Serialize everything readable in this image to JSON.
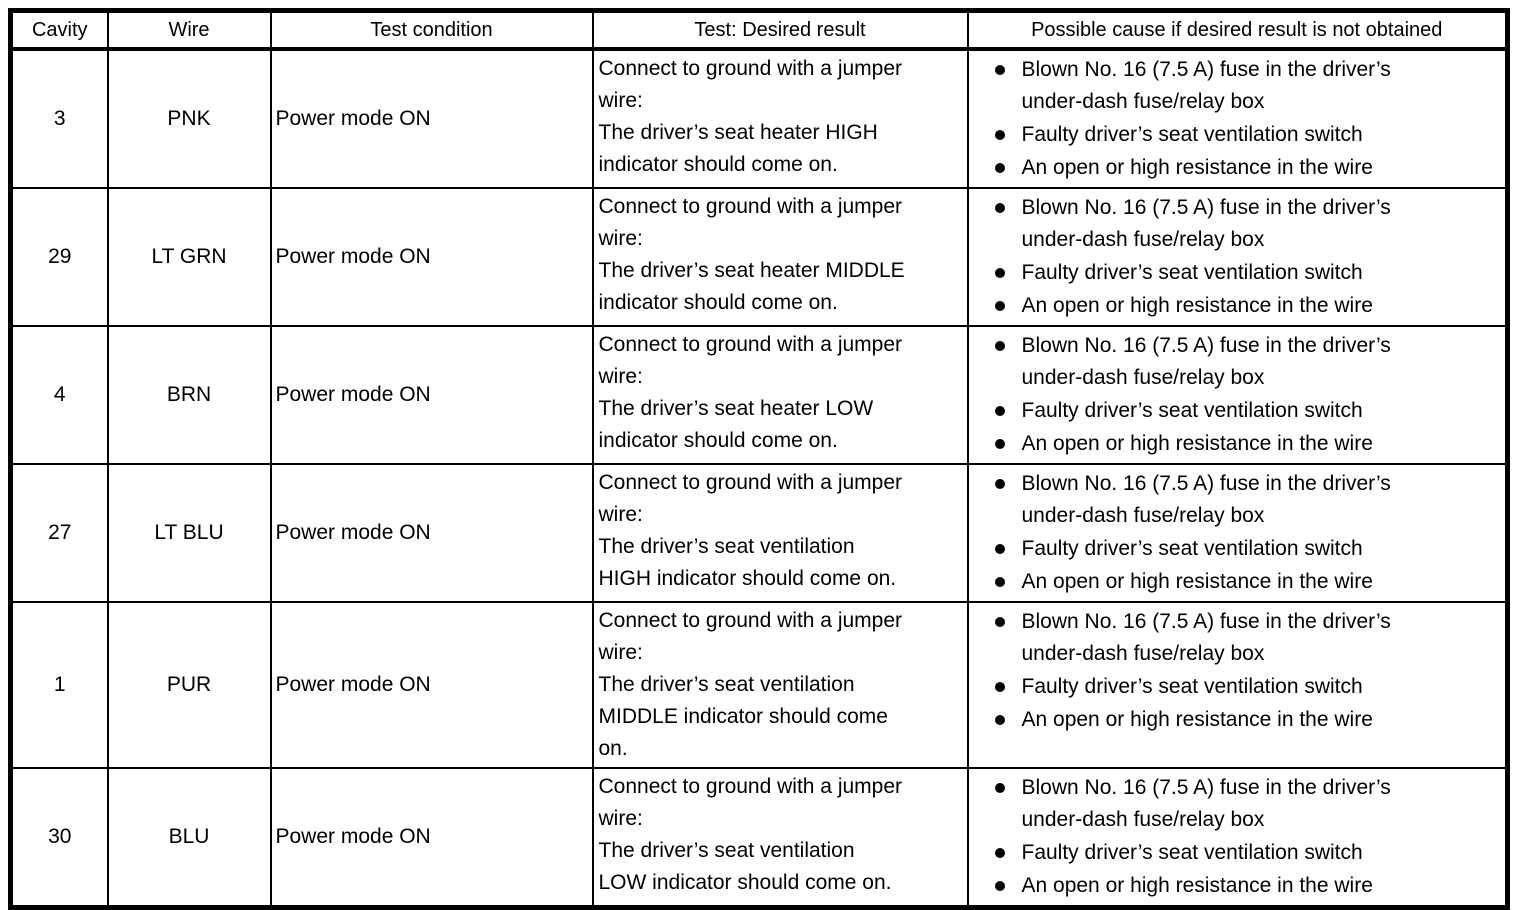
{
  "colors": {
    "border": "#000000",
    "background": "#ffffff",
    "text": "#000000",
    "bullet": "#000000"
  },
  "table": {
    "columns": [
      {
        "key": "cavity",
        "label": "Cavity"
      },
      {
        "key": "wire",
        "label": "Wire"
      },
      {
        "key": "condition",
        "label": "Test condition"
      },
      {
        "key": "test",
        "label": "Test: Desired result"
      },
      {
        "key": "causes",
        "label": "Possible cause if desired result is not obtained"
      }
    ],
    "rows": [
      {
        "cavity": "3",
        "wire": "PNK",
        "condition": "Power mode ON",
        "test": "Connect to ground with a jumper\nwire:\nThe driver’s seat heater HIGH\nindicator should come on.",
        "causes": [
          "Blown No. 16 (7.5 A) fuse in the driver’s\nunder-dash fuse/relay box",
          "Faulty driver’s seat ventilation switch",
          "An open or high resistance in the wire"
        ]
      },
      {
        "cavity": "29",
        "wire": "LT GRN",
        "condition": "Power mode ON",
        "test": "Connect to ground with a jumper\nwire:\nThe driver’s seat heater MIDDLE\nindicator should come on.",
        "causes": [
          "Blown No. 16 (7.5 A) fuse in the driver’s\nunder-dash fuse/relay box",
          "Faulty driver’s seat ventilation switch",
          "An open or high resistance in the wire"
        ]
      },
      {
        "cavity": "4",
        "wire": "BRN",
        "condition": "Power mode ON",
        "test": "Connect to ground with a jumper\nwire:\nThe driver’s seat heater LOW\nindicator should come on.",
        "causes": [
          "Blown No. 16 (7.5 A) fuse in the driver’s\nunder-dash fuse/relay box",
          "Faulty driver’s seat ventilation switch",
          "An open or high resistance in the wire"
        ]
      },
      {
        "cavity": "27",
        "wire": "LT BLU",
        "condition": "Power mode ON",
        "test": "Connect to ground with a jumper\nwire:\nThe driver’s seat ventilation\nHIGH indicator should come on.",
        "causes": [
          "Blown No. 16 (7.5 A) fuse in the driver’s\nunder-dash fuse/relay box",
          "Faulty driver’s seat ventilation switch",
          "An open or high resistance in the wire"
        ]
      },
      {
        "cavity": "1",
        "wire": "PUR",
        "condition": "Power mode ON",
        "test": "Connect to ground with a jumper\nwire:\nThe driver’s seat ventilation\nMIDDLE indicator should come\non.",
        "causes": [
          "Blown No. 16 (7.5 A) fuse in the driver’s\nunder-dash fuse/relay box",
          "Faulty driver’s seat ventilation switch",
          "An open or high resistance in the wire"
        ]
      },
      {
        "cavity": "30",
        "wire": "BLU",
        "condition": "Power mode ON",
        "test": "Connect to ground with a jumper\nwire:\nThe driver’s seat ventilation\nLOW indicator should come on.",
        "causes": [
          "Blown No. 16 (7.5 A) fuse in the driver’s\nunder-dash fuse/relay box",
          "Faulty driver’s seat ventilation switch",
          "An open or high resistance in the wire"
        ]
      }
    ]
  }
}
